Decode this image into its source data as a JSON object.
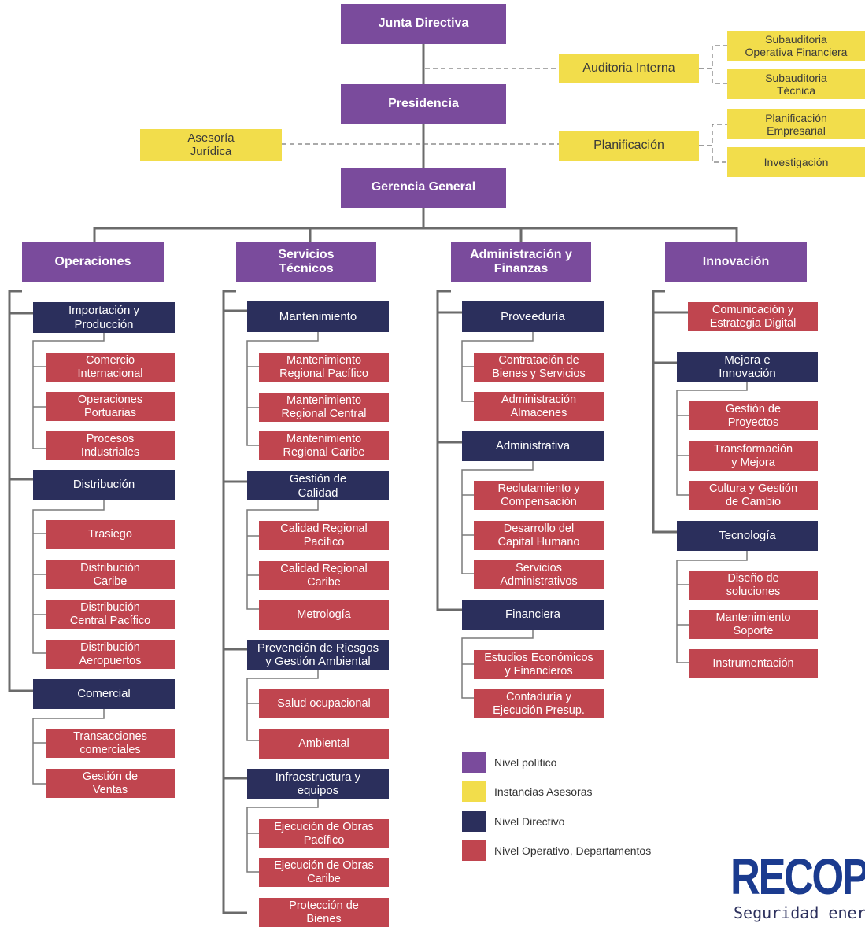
{
  "policy": {
    "junta": "Junta Directiva",
    "presidencia": "Presidencia",
    "gerencia": "Gerencia General",
    "operaciones": "Operaciones",
    "servicios": "Servicios\nTécnicos",
    "administracion": "Administración y\nFinanzas",
    "innovacion": "Innovación"
  },
  "advisory": {
    "auditoria": "Auditoria Interna",
    "sub_financiera": "Subauditoria\nOperativa Financiera",
    "sub_tecnica": "Subauditoria\nTécnica",
    "asesoria": "Asesoría\nJurídica",
    "planificacion": "Planificación",
    "plan_empresarial": "Planificación\nEmpresarial",
    "investigacion": "Investigación"
  },
  "operaciones": {
    "importacion": "Importación y\nProducción",
    "comercio": "Comercio\nInternacional",
    "portuarias": "Operaciones\nPortuarias",
    "procesos": "Procesos\nIndustriales",
    "distribucion": "Distribución",
    "trasiego": "Trasiego",
    "dist_caribe": "Distribución\nCaribe",
    "dist_central": "Distribución\nCentral Pacífico",
    "dist_aeropuertos": "Distribución\nAeropuertos",
    "comercial": "Comercial",
    "transacciones": "Transacciones\ncomerciales",
    "ventas": "Gestión de\nVentas"
  },
  "servicios": {
    "mantenimiento": "Mantenimiento",
    "mant_pacifico": "Mantenimiento\nRegional Pacífico",
    "mant_central": "Mantenimiento\nRegional Central",
    "mant_caribe": "Mantenimiento\nRegional Caribe",
    "calidad": "Gestión de\nCalidad",
    "cal_pacifico": "Calidad Regional\nPacífico",
    "cal_caribe": "Calidad Regional\nCaribe",
    "metrologia": "Metrología",
    "riesgos": "Prevención de Riesgos\ny Gestión Ambiental",
    "salud": "Salud ocupacional",
    "ambiental": "Ambiental",
    "infraestructura": "Infraestructura y\nequipos",
    "obras_pacifico": "Ejecución de Obras\nPacífico",
    "obras_caribe": "Ejecución de Obras\nCaribe",
    "proteccion": "Protección de\nBienes"
  },
  "administracion": {
    "proveeduria": "Proveeduría",
    "contratacion": "Contratación de\nBienes y Servicios",
    "almacenes": "Administración\nAlmacenes",
    "administrativa": "Administrativa",
    "reclutamiento": "Reclutamiento y\nCompensación",
    "capital": "Desarrollo del\nCapital Humano",
    "serv_admin": "Servicios\nAdministrativos",
    "financiera": "Financiera",
    "estudios": "Estudios Económicos\ny Financieros",
    "contaduria": "Contaduría y\nEjecución Presup."
  },
  "innovacion": {
    "comunicacion": "Comunicación y\nEstrategia Digital",
    "mejora": "Mejora e\nInnovación",
    "proyectos": "Gestión de\nProyectos",
    "transformacion": "Transformación\ny Mejora",
    "cultura": "Cultura y Gestión\nde Cambio",
    "tecnologia": "Tecnología",
    "diseno": "Diseño de\nsoluciones",
    "soporte": "Mantenimiento\nSoporte",
    "instrumentacion": "Instrumentación"
  },
  "legend": {
    "politico": "Nivel político",
    "asesoras": "Instancias Asesoras",
    "directivo": "Nivel Directivo",
    "operativo": "Nivel Operativo, Departamentos"
  },
  "logo": {
    "name": "RECOP",
    "tagline": "Seguridad energ"
  },
  "colors": {
    "politico": "#7a4b9c",
    "asesor": "#f2dd4b",
    "directivo": "#2b2f5c",
    "operativo": "#c0454f",
    "connector": "#6b6b6b"
  }
}
